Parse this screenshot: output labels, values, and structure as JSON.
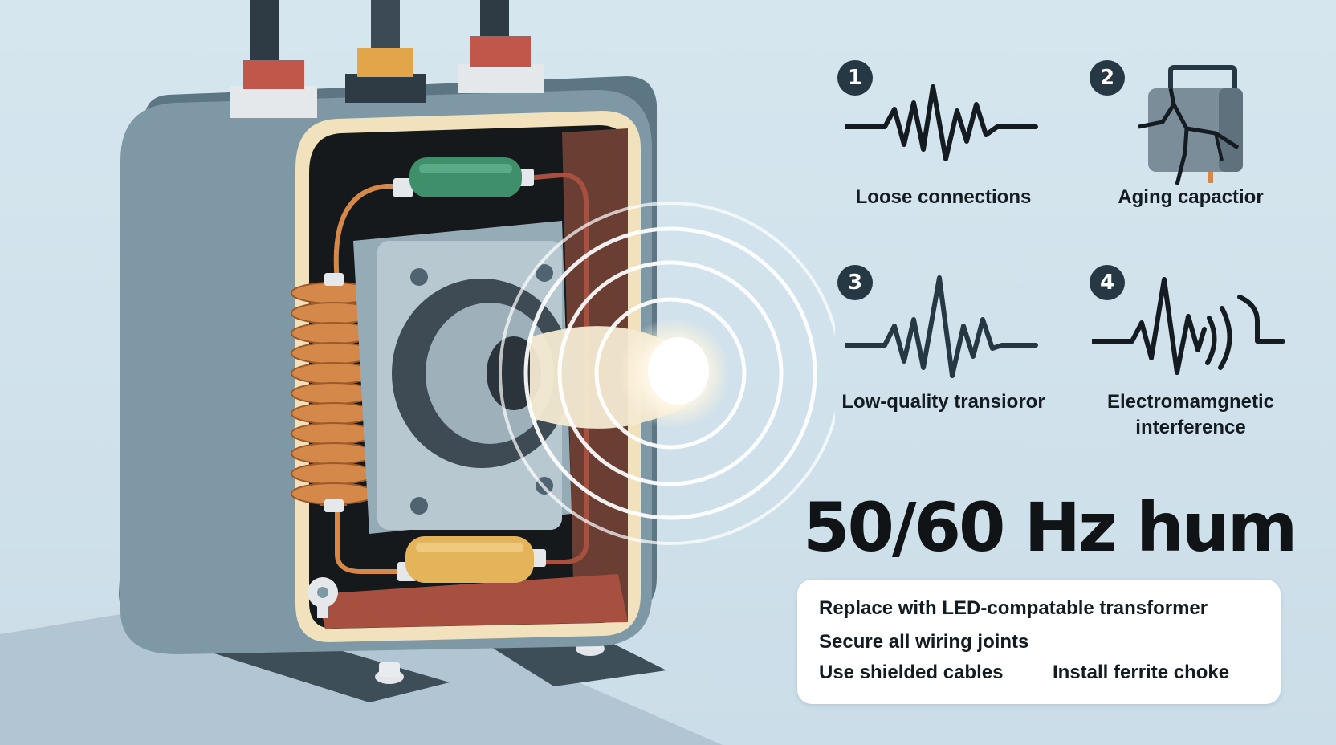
{
  "causes": [
    {
      "number": "1",
      "label": "Loose connections",
      "icon": "noise-wave-icon"
    },
    {
      "number": "2",
      "label": "Aging capactior",
      "icon": "cracked-capacitor-icon"
    },
    {
      "number": "3",
      "label": "Low-quality transioror",
      "icon": "spike-wave-icon"
    },
    {
      "number": "4",
      "label": "Electromamgnetic interference",
      "label_line1": "Electromamgnetic",
      "label_line2": "interference",
      "icon": "interference-wave-icon"
    }
  ],
  "headline": "50/60 Hz hum",
  "fixes": {
    "fix1": "Replace with LED-compatable transformer",
    "fix2": "Secure all wiring joints",
    "fix3": "Use shielded cables",
    "fix4": "Install ferrite choke"
  },
  "colors": {
    "background": "#cfe1ec",
    "transformer_body": "#7e98a6",
    "badge": "#263844",
    "coil": "#d4884a",
    "capacitor_green": "#3f8f6a",
    "capacitor_yellow": "#e3b45a",
    "sound_waves": "#ffffff"
  }
}
